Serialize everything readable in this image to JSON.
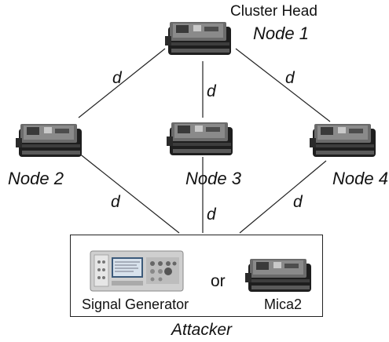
{
  "header": {
    "cluster_head": "Cluster Head",
    "node1": "Node 1"
  },
  "nodes": {
    "node2": "Node 2",
    "node3": "Node 3",
    "node4": "Node 4"
  },
  "distance_label": "d",
  "attacker": {
    "signal_generator": "Signal Generator",
    "or": "or",
    "mica2": "Mica2",
    "title": "Attacker"
  },
  "icons": {
    "sensor": "mica2-sensor-icon",
    "generator": "signal-generator-icon"
  }
}
